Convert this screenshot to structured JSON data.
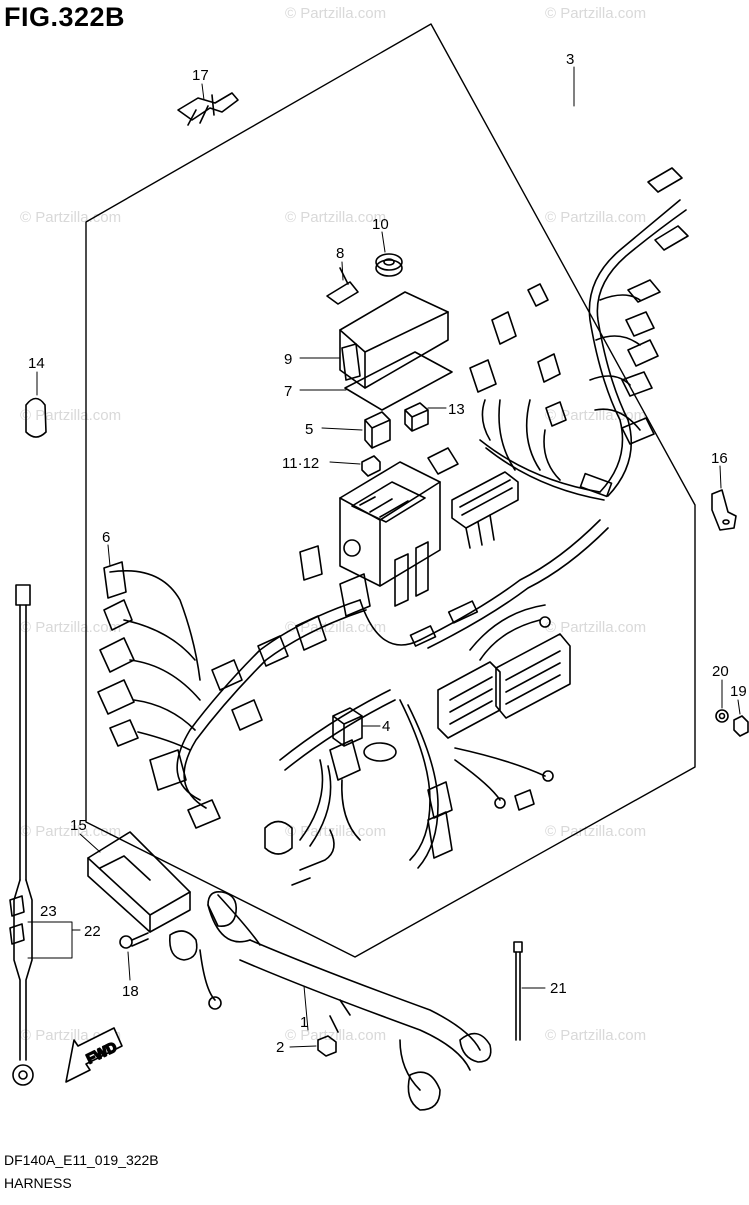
{
  "figure": {
    "title": "FIG.322B",
    "code": "DF140A_E11_019_322B",
    "name": "HARNESS"
  },
  "watermark": "© Partzilla.com",
  "fwd_label": "FWD",
  "callouts": {
    "c1": "1",
    "c2": "2",
    "c3": "3",
    "c4": "4",
    "c5": "5",
    "c6": "6",
    "c7": "7",
    "c8": "8",
    "c9": "9",
    "c10": "10",
    "c11_12": "11·12",
    "c13": "13",
    "c14": "14",
    "c15": "15",
    "c16": "16",
    "c17": "17",
    "c18": "18",
    "c19": "19",
    "c20": "20",
    "c21": "21",
    "c22": "22",
    "c23": "23"
  },
  "colors": {
    "line": "#000000",
    "watermark": "#d9d9d9",
    "background": "#ffffff"
  }
}
